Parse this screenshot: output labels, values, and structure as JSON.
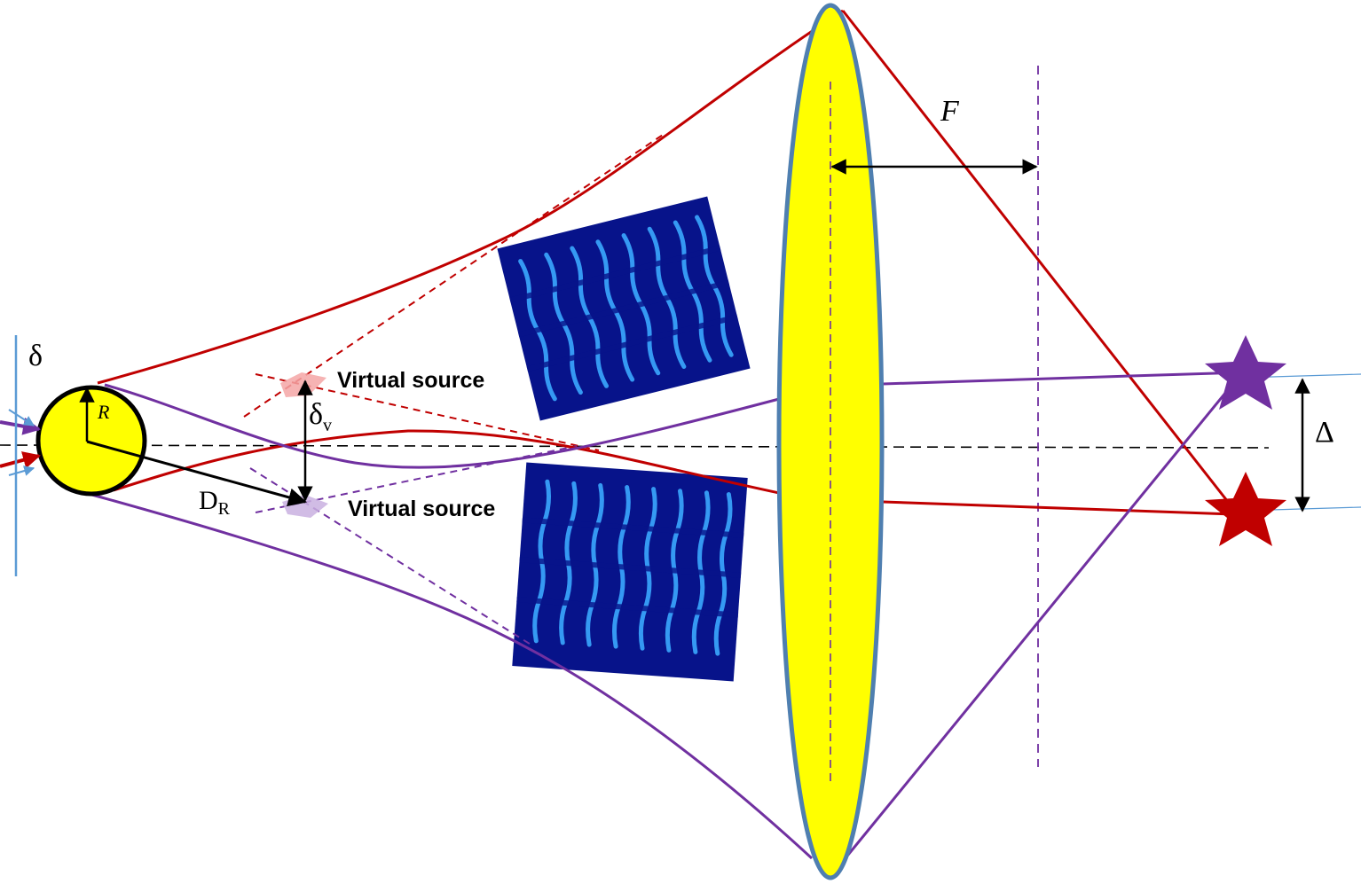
{
  "labels": {
    "delta": "δ",
    "radius": "R",
    "distance_main": "D",
    "distance_sub": "R",
    "delta_v_main": "δ",
    "delta_v_sub": "v",
    "virtual_source_top": "Virtual source",
    "virtual_source_bottom": "Virtual source",
    "focal_length": "F",
    "separation": "Δ"
  },
  "colors": {
    "red_beam": "#c00000",
    "purple_beam": "#7030a0",
    "sphere_fill": "#ffff00",
    "lens_fill": "#ffff00",
    "lens_edge": "#4f7fb0",
    "input_marker": "#5b9bd5",
    "axis": "#000000"
  },
  "icons": {
    "red_star": "star-icon",
    "purple_star": "star-icon"
  }
}
